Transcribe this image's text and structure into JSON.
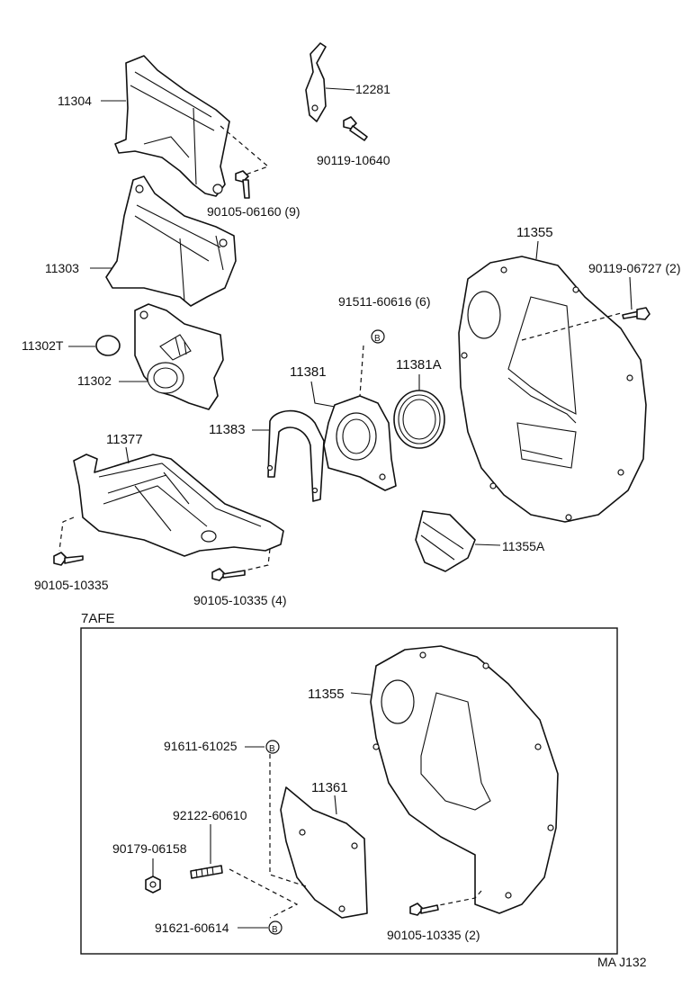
{
  "diagram": {
    "section_label": "7AFE",
    "code": "MA J132",
    "upper_labels": {
      "p11304": "11304",
      "p12281": "12281",
      "p90119_10640": "90119-10640",
      "p90105_06160": "90105-06160 (9)",
      "p11303": "11303",
      "p11355": "11355",
      "p90119_06727": "90119-06727 (2)",
      "p91511_60616": "91511-60616 (6)",
      "p11302T": "11302T",
      "p11302": "11302",
      "p11381": "11381",
      "p11381A": "11381A",
      "p11383": "11383",
      "p11377": "11377",
      "p11355A": "11355A",
      "p90105_10335": "90105-10335",
      "p90105_10335_4": "90105-10335 (4)"
    },
    "lower_labels": {
      "p11355": "11355",
      "p91611_61025": "91611-61025",
      "p11361": "11361",
      "p92122_60610": "92122-60610",
      "p90179_06158": "90179-06158",
      "p91621_60614": "91621-60614",
      "p90105_10335_2": "90105-10335 (2)"
    },
    "marker_letter": "B"
  }
}
